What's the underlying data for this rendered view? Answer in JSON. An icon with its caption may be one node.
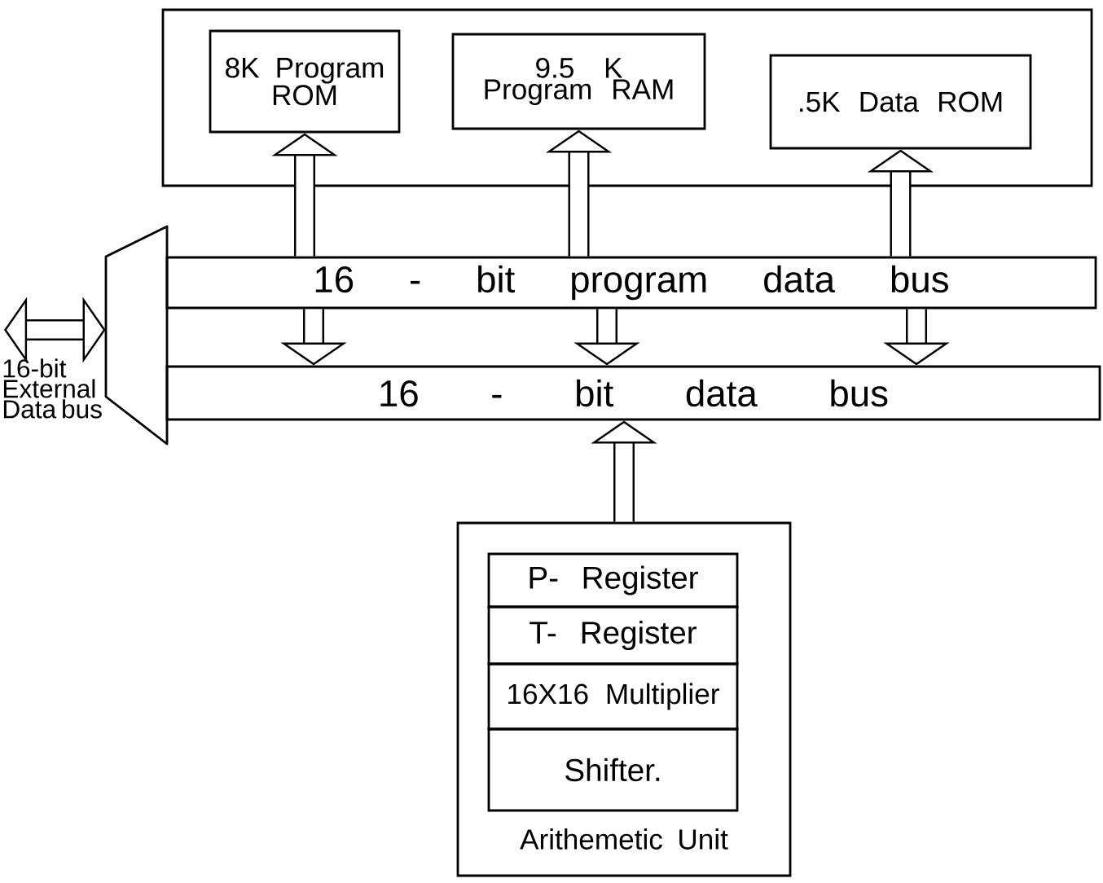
{
  "diagram": {
    "nodes": [
      {
        "text": [],
        "shape": "box"
      },
      {
        "text": [
          "8K Program ROM"
        ],
        "in": 0
      },
      {
        "text": [
          "9.5 K Program RAM"
        ],
        "in": 0
      },
      {
        "text": [
          ".5K Data ROM"
        ],
        "in": 0
      },
      {
        "text": [],
        "shape": "trapezoid"
      },
      {
        "text": [
          "16 - bit program data bus"
        ]
      },
      {
        "text": [
          "16 - bit data bus"
        ]
      },
      {
        "text": [
          "Arithemetic Unit"
        ]
      },
      {
        "text": [
          "P- Register"
        ],
        "in": 7
      },
      {
        "text": [
          "T- Register"
        ],
        "in": 7
      },
      {
        "text": [
          "16X16 Multiplier"
        ],
        "in": 7
      },
      {
        "text": [
          "Shifter."
        ],
        "in": 7
      }
    ],
    "edges": [
      {
        "from": 5,
        "to": 1,
        "arrow": "to"
      },
      {
        "from": 5,
        "to": 2,
        "arrow": "to"
      },
      {
        "from": 5,
        "to": 3,
        "arrow": "to"
      },
      {
        "from": 5,
        "to": 6,
        "arrow": "to"
      },
      {
        "from": 5,
        "to": 6,
        "arrow": "to"
      },
      {
        "from": 5,
        "to": 6,
        "arrow": "to"
      },
      {
        "from": 7,
        "to": 6,
        "arrow": "to"
      },
      {
        "from": null,
        "to": 4,
        "arrow": "both"
      }
    ],
    "labels": [
      "16-bit External Data bus"
    ]
  }
}
